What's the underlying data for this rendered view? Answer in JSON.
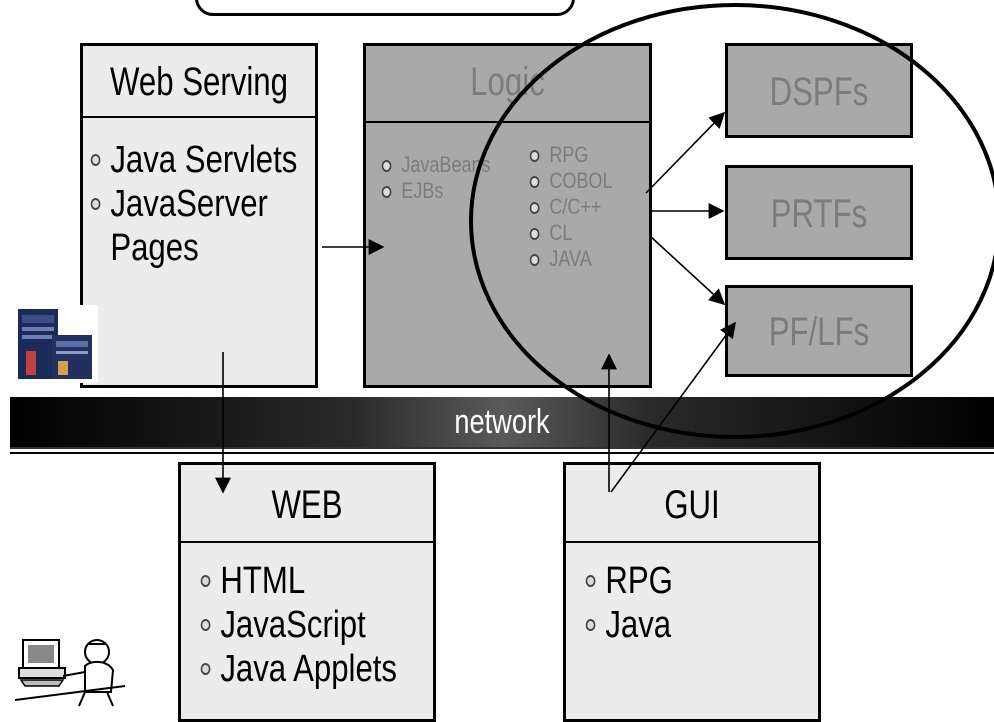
{
  "boxes": {
    "web_serving": {
      "title": "Web Serving",
      "items": [
        "Java Servlets",
        "JavaServer",
        "Pages"
      ]
    },
    "logic": {
      "title": "Logic",
      "left_items": [
        "JavaBeans",
        "EJBs"
      ],
      "right_items": [
        "RPG",
        "COBOL",
        "C/C++",
        "CL",
        "JAVA"
      ]
    },
    "dspfs": {
      "title": "DSPFs"
    },
    "prtfs": {
      "title": "PRTFs"
    },
    "pflfs": {
      "title": "PF/LFs"
    },
    "web": {
      "title": "WEB",
      "items": [
        "HTML",
        "JavaScript",
        "Java Applets"
      ]
    },
    "gui": {
      "title": "GUI",
      "items": [
        "RPG",
        "Java"
      ]
    }
  },
  "network": {
    "label": "network"
  },
  "icons": [
    "server-icon",
    "computer-user-icon"
  ],
  "colors": {
    "light_box": "#ececec",
    "dark_box": "#a9a9a9",
    "faded_text": "#7c7c7c"
  }
}
